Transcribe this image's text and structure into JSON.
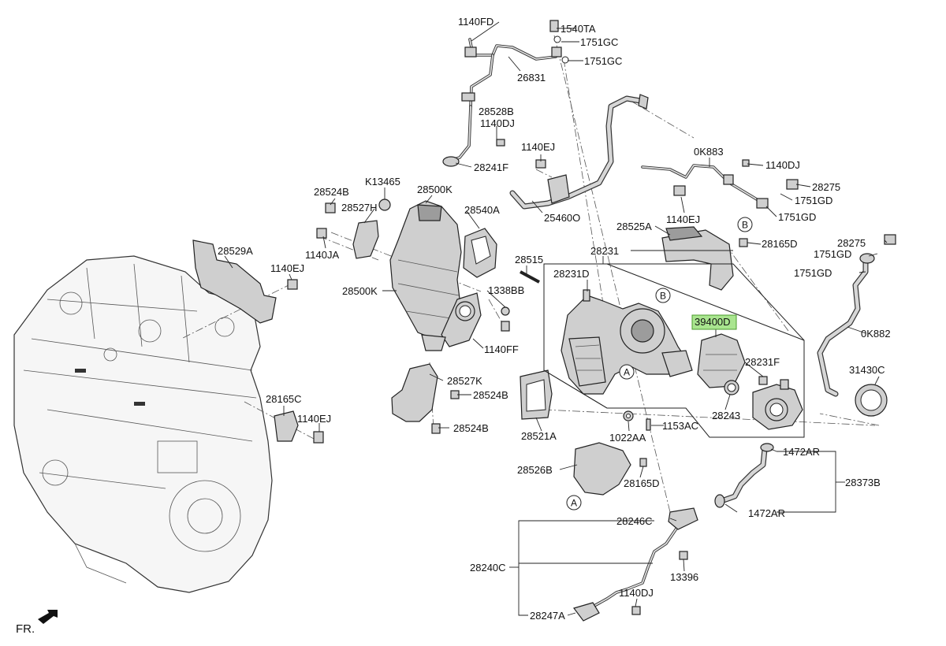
{
  "diagram": {
    "labels": [
      {
        "id": "l1140FD",
        "text": "1140FD"
      },
      {
        "id": "l1540TA",
        "text": "1540TA"
      },
      {
        "id": "l1751GC_a",
        "text": "1751GC"
      },
      {
        "id": "l1751GC_b",
        "text": "1751GC"
      },
      {
        "id": "l26831",
        "text": "26831"
      },
      {
        "id": "l28528B",
        "text": "28528B"
      },
      {
        "id": "l1140DJ_a",
        "text": "1140DJ"
      },
      {
        "id": "l28241F",
        "text": "28241F"
      },
      {
        "id": "l1140EJ_a",
        "text": "1140EJ"
      },
      {
        "id": "l0K883",
        "text": "0K883"
      },
      {
        "id": "l1140DJ_b",
        "text": "1140DJ"
      },
      {
        "id": "l28275_a",
        "text": "28275"
      },
      {
        "id": "l1751GD_a",
        "text": "1751GD"
      },
      {
        "id": "l1751GD_b",
        "text": "1751GD"
      },
      {
        "id": "l28524B_a",
        "text": "28524B"
      },
      {
        "id": "lK13465",
        "text": "K13465"
      },
      {
        "id": "l28500K_a",
        "text": "28500K"
      },
      {
        "id": "l28527H",
        "text": "28527H"
      },
      {
        "id": "l28540A",
        "text": "28540A"
      },
      {
        "id": "l25460O",
        "text": "25460O"
      },
      {
        "id": "l1140EJ_b",
        "text": "1140EJ"
      },
      {
        "id": "l28525A",
        "text": "28525A"
      },
      {
        "id": "l28165D_a",
        "text": "28165D"
      },
      {
        "id": "l28275_b",
        "text": "28275"
      },
      {
        "id": "l1751GD_c",
        "text": "1751GD"
      },
      {
        "id": "l1751GD_d",
        "text": "1751GD"
      },
      {
        "id": "l28529A",
        "text": "28529A"
      },
      {
        "id": "l1140JA",
        "text": "1140JA"
      },
      {
        "id": "l1140EJ_c",
        "text": "1140EJ"
      },
      {
        "id": "l28231",
        "text": "28231"
      },
      {
        "id": "l28515",
        "text": "28515"
      },
      {
        "id": "l28231D",
        "text": "28231D"
      },
      {
        "id": "l28500K_b",
        "text": "28500K"
      },
      {
        "id": "l1338BB",
        "text": "1338BB"
      },
      {
        "id": "l39400D",
        "text": "39400D"
      },
      {
        "id": "l0K882",
        "text": "0K882"
      },
      {
        "id": "l1140FF",
        "text": "1140FF"
      },
      {
        "id": "l28231F",
        "text": "28231F"
      },
      {
        "id": "l31430C",
        "text": "31430C"
      },
      {
        "id": "l28527K",
        "text": "28527K"
      },
      {
        "id": "l28524B_b",
        "text": "28524B"
      },
      {
        "id": "l28165C",
        "text": "28165C"
      },
      {
        "id": "l1140EJ_d",
        "text": "1140EJ"
      },
      {
        "id": "l28243",
        "text": "28243"
      },
      {
        "id": "l28524B_c",
        "text": "28524B"
      },
      {
        "id": "l1153AC",
        "text": "1153AC"
      },
      {
        "id": "l28521A",
        "text": "28521A"
      },
      {
        "id": "l1022AA",
        "text": "1022AA"
      },
      {
        "id": "l1472AR_a",
        "text": "1472AR"
      },
      {
        "id": "l28526B",
        "text": "28526B"
      },
      {
        "id": "l28373B",
        "text": "28373B"
      },
      {
        "id": "l28165D_b",
        "text": "28165D"
      },
      {
        "id": "l1472AR_b",
        "text": "1472AR"
      },
      {
        "id": "l28246C",
        "text": "28246C"
      },
      {
        "id": "l28240C",
        "text": "28240C"
      },
      {
        "id": "l13396",
        "text": "13396"
      },
      {
        "id": "l1140DJ_c",
        "text": "1140DJ"
      },
      {
        "id": "l28247A",
        "text": "28247A"
      }
    ],
    "callouts": {
      "a1": "A",
      "a2": "A",
      "b1": "B",
      "b2": "B"
    },
    "front_marker": "FR.",
    "highlight_part": "39400D",
    "colors": {
      "highlight_fill": "#a9e58f",
      "line": "#222222",
      "part_fill": "#cfcfcf"
    }
  }
}
